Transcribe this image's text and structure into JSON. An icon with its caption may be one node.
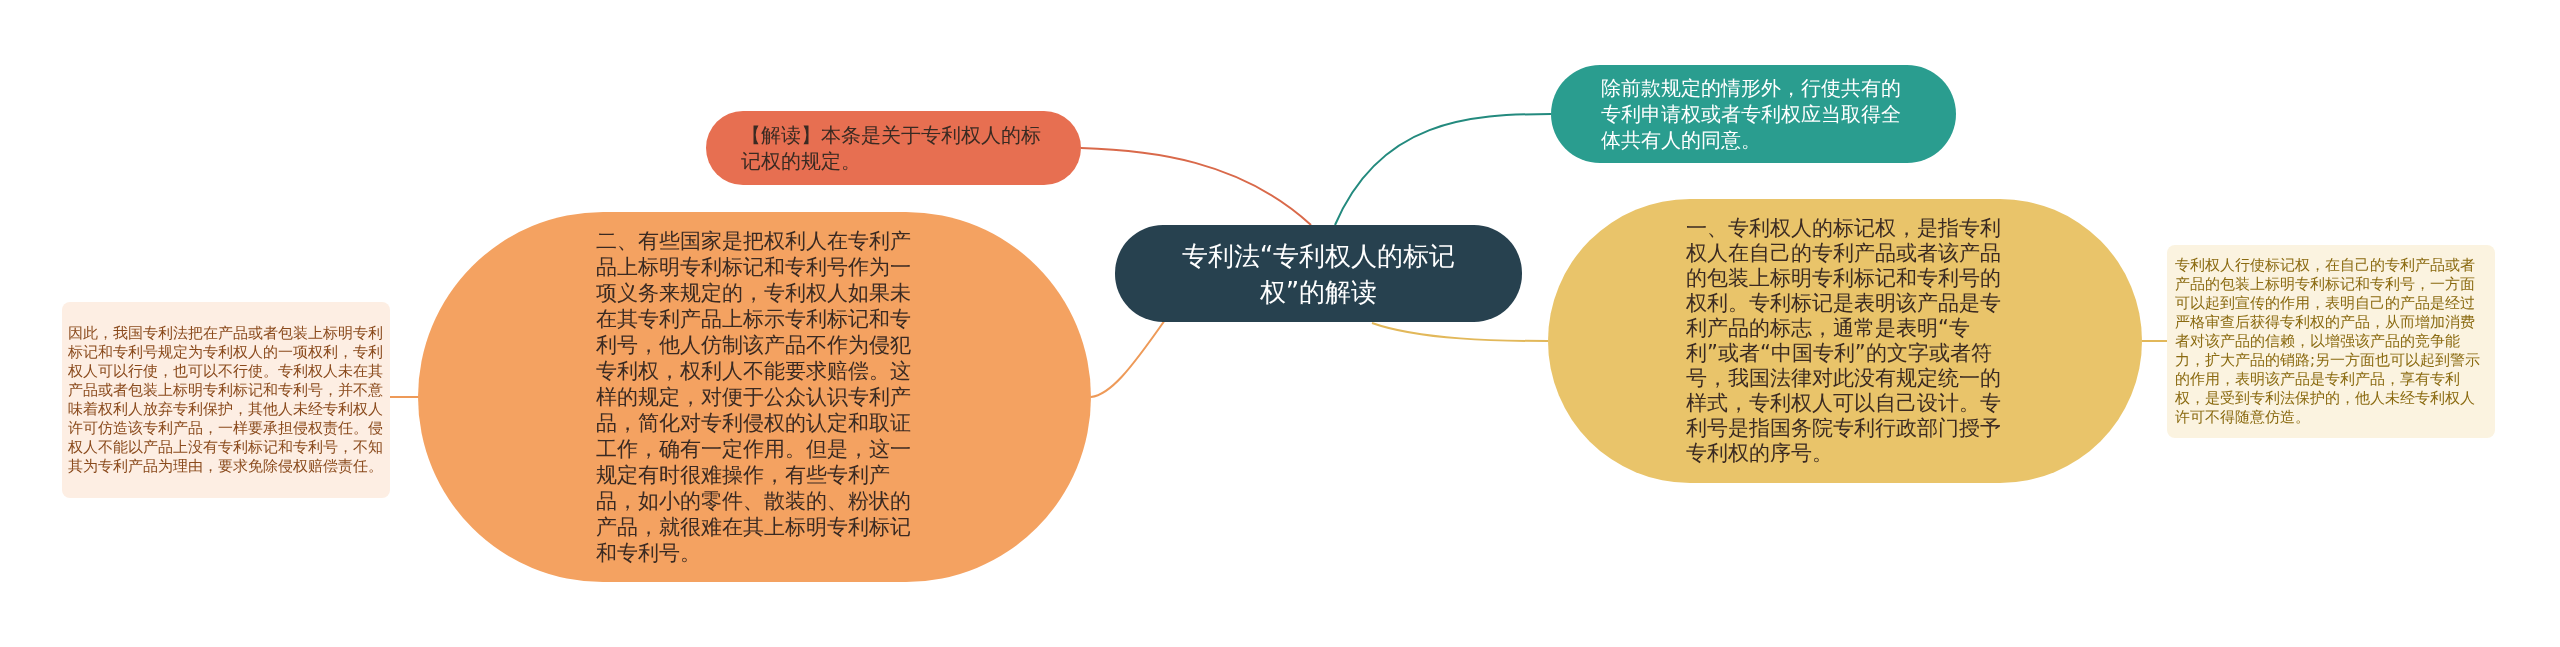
{
  "diagram": {
    "nodes": [
      {
        "text": [
          "专利法“专利权人的标记权”的解读"
        ]
      },
      {
        "text": [
          "【解读】本条是关于专利权人的标记权的规定。"
        ]
      },
      {
        "text": [
          "二、有些国家是把权利人在专利产品上标明专利标记和专利号作为一项义务来规定的，专利权人如果未在其专利产品上标示专利标记和专利号，他人仿制该产品不作为侵犯专利权，权利人不能要求赔偿。这样的规定，对便于公众认识专利产品，简化对专利侵权的认定和取证工作，确有一定作用。但是，这一规定有时很难操作，有些专利产品，如小的零件、散装的、粉状的产品，就很难在其上标明专利标记和专利号。"
        ]
      },
      {
        "text": [
          "因此，我国专利法把在产品或者包装上标明专利标记和专利号规定为专利权人的一项权利，专利权人可以行使，也可以不行使。专利权人未在其产品或者包装上标明专利标记和专利号，并不意味着权利人放弃专利保护，其他人未经专利权人许可仿造该专利产品，一样要承担侵权责任。侵权人不能以产品上没有专利标记和专利号，不知其为专利产品为理由，要求免除侵权赔偿责任。"
        ]
      },
      {
        "text": [
          "除前款规定的情形外，行使共有的专利申请权或者专利权应当取得全体共有人的同意。"
        ]
      },
      {
        "text": [
          "一、专利权人的标记权，是指专利权人在自己的专利产品或者该产品的包装上标明专利标记和专利号的权利。专利标记是表明该产品是专利产品的标志，通常是表明“专利”或者“中国专利”的文字或者符号，我国法律对此没有规定统一的样式，专利权人可以自己设计。专利号是指国务院专利行政部门授予专利权的序号。"
        ]
      },
      {
        "text": [
          "专利权人行使标记权，在自己的专利产品或者产品的包装上标明专利标记和专利号，一方面可以起到宣传的作用，表明自己的产品是经过严格审查后获得专利权的产品，从而增加消费者对该产品的信赖，以增强该产品的竞争能力，扩大产品的销路;另一方面也可以起到警示的作用，表明该产品是专利产品，享有专利权，是受到专利法保护的，他人未经专利权人许可不得随意仿造。"
        ]
      }
    ],
    "edges": [
      {
        "from": 0,
        "to": 1,
        "arrow": "none",
        "color": "#d9694a"
      },
      {
        "from": 0,
        "to": 2,
        "arrow": "none",
        "color": "#ee9a58"
      },
      {
        "from": 2,
        "to": 3,
        "arrow": "none",
        "color": "#ee9a58"
      },
      {
        "from": 0,
        "to": 4,
        "arrow": "none",
        "color": "#238a7e"
      },
      {
        "from": 0,
        "to": 5,
        "arrow": "none",
        "color": "#e2b85a"
      },
      {
        "from": 5,
        "to": 6,
        "arrow": "none",
        "color": "#e2b85a"
      }
    ]
  }
}
